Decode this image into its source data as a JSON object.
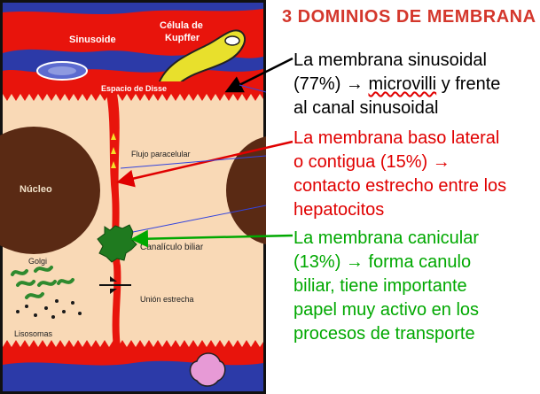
{
  "title": "3 DOMINIOS  DE MEMBRANA",
  "diagram_labels": {
    "sinusoide": "Sinusoide",
    "kupffer_line1": "Célula de",
    "kupffer_line2": "Kupffer",
    "espacio_disse": "Espacio de Disse",
    "flujo": "Flujo paracelular",
    "nucleo": "Núcleo",
    "canaliculo": "Canalículo biliar",
    "golgi": "Golgi",
    "union": "Unión estrecha",
    "lisosomas": "Lisosomas"
  },
  "descriptions": {
    "sinusoidal": {
      "line1": "La membrana sinusoidal",
      "line2_prefix": "(77%) ",
      "arrow": "→",
      "line2_word": "microvilli",
      "line2_rest": " y frente",
      "line3": "al canal sinusoidal",
      "color": "#000000"
    },
    "basolateral": {
      "line1": "La membrana baso lateral",
      "line2": "o contigua (15%) →",
      "line3": "contacto estrecho entre los",
      "line4": "hepatocitos",
      "color": "#e00000"
    },
    "canicular": {
      "line1": "La membrana canicular",
      "line2": "(13%) → forma canulo",
      "line3": "biliar, tiene importante",
      "line4": "papel muy activo en los",
      "line5": "procesos de transporte",
      "color": "#00a800"
    }
  },
  "colors": {
    "sinusoid_red": "#e8140c",
    "hepatocyte": "#f9d9b6",
    "nucleus": "#5a2a14",
    "kupffer": "#e8e02c",
    "canaliculus": "#1f7a1f",
    "sinusoid_blue": "#2c3aa8",
    "frame": "#111111"
  }
}
